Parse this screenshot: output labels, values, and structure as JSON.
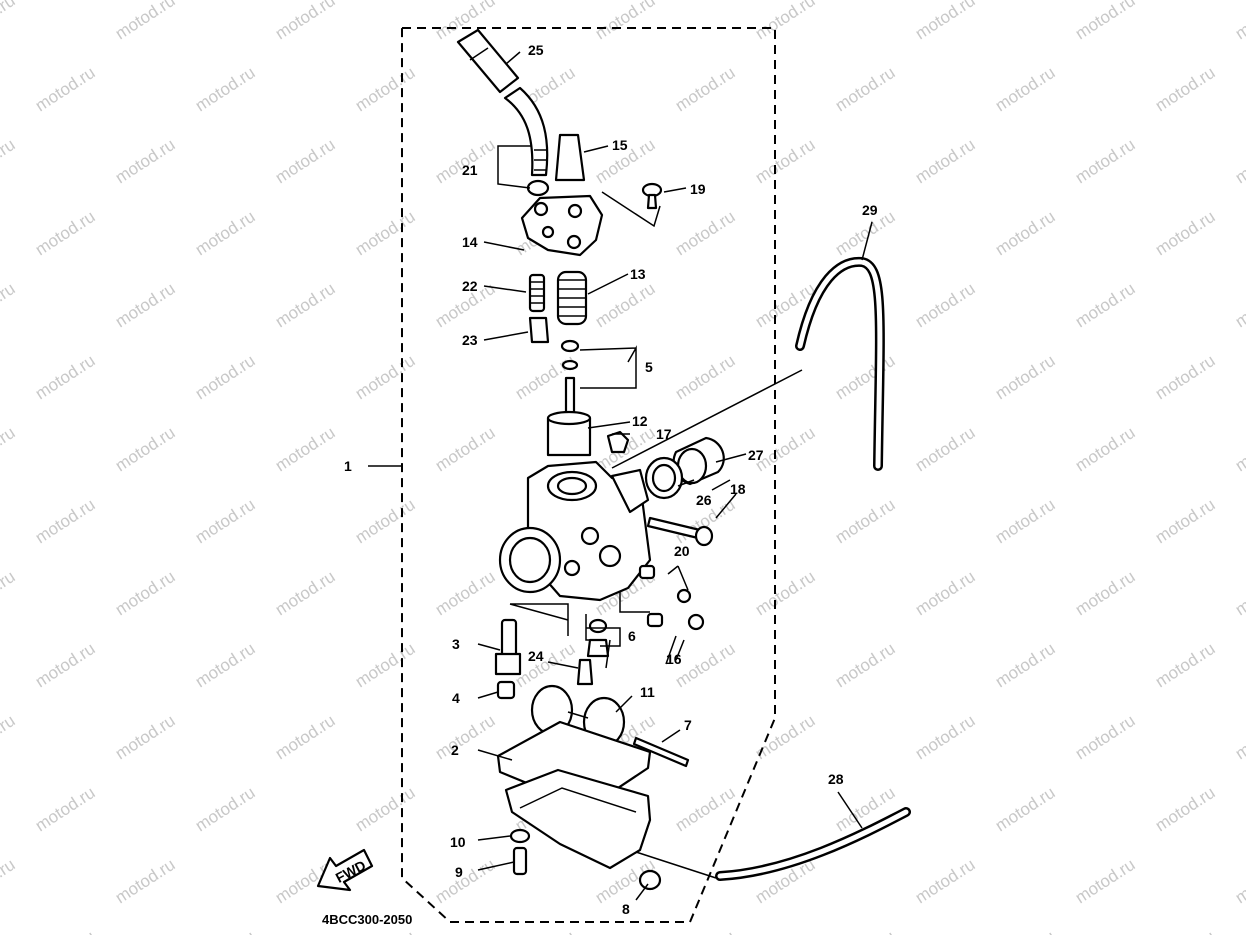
{
  "watermark": "motod.ru",
  "diagram_code": "4BCC300-2050",
  "fwd_arrow": "FWD",
  "labels": {
    "p1": "1",
    "p2": "2",
    "p3": "3",
    "p4": "4",
    "p5": "5",
    "p6": "6",
    "p7": "7",
    "p8": "8",
    "p9": "9",
    "p10": "10",
    "p11": "11",
    "p12": "12",
    "p13": "13",
    "p14": "14",
    "p15": "15",
    "p16": "16",
    "p17": "17",
    "p18": "18",
    "p19": "19",
    "p20": "20",
    "p21": "21",
    "p22": "22",
    "p23": "23",
    "p24": "24",
    "p25": "25",
    "p26": "26",
    "p27": "27",
    "p28": "28",
    "p29": "29"
  }
}
